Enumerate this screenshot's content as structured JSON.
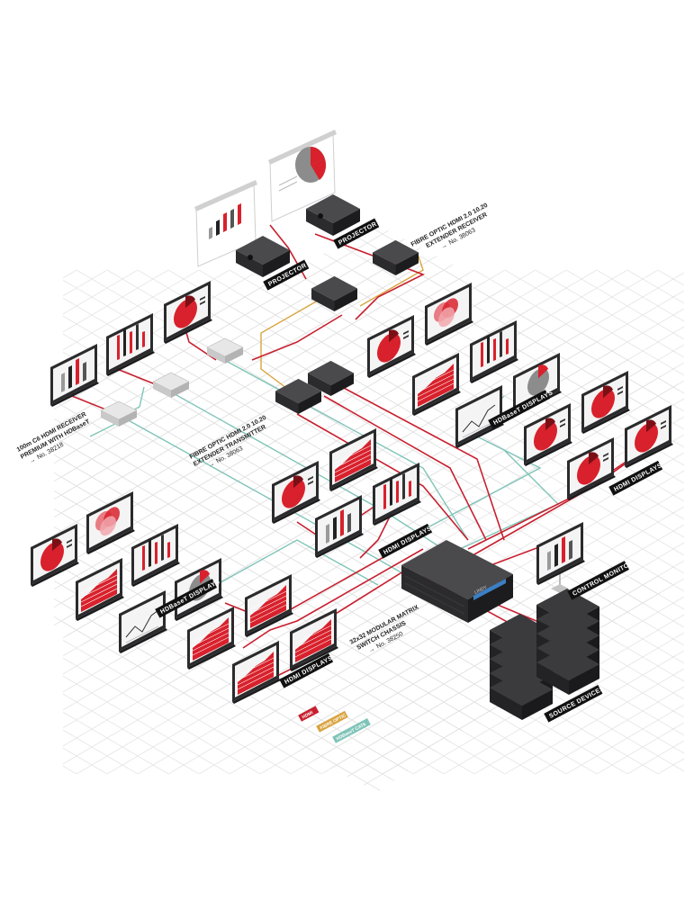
{
  "colors": {
    "hdmi": "#c8202f",
    "fibre": "#d9a441",
    "hdbaset": "#7fc4b8",
    "device": "#2b2b2d",
    "device_top": "#49494c",
    "device_side": "#1c1c1e",
    "grid": "#dcdcdc",
    "red": "#d8212c"
  },
  "labels": {
    "projector_1": "PROJECTOR",
    "projector_2": "PROJECTOR",
    "hdbaset_displays_1": "HDBaseT DISPLAYS",
    "hdbaset_displays_2": "HDBaseT DISPLAYS",
    "hdmi_displays_1": "HDMI DISPLAYS",
    "hdmi_displays_2": "HDMI DISPLAYS",
    "hdmi_displays_3": "HDMI DISPLAYS",
    "control_monitor": "CONTROL MONITOR",
    "source_devices": "SOURCE DEVICES"
  },
  "annotations": {
    "fibre_receiver": {
      "line1": "FIBRE OPTIC HDMI 2.0 10.20",
      "line2": "EXTENDER RECEIVER",
      "ref": "No. 38063"
    },
    "fibre_transmitter": {
      "line1": "FIBRE OPTIC HDMI 2.0 10.20",
      "line2": "EXTENDER TRANSMITTER",
      "ref": "No. 38063"
    },
    "hdbaset_receiver": {
      "line1": "100m C6 HDMI RECEIVER",
      "line2": "PREMIUM WITH HDBaseT",
      "ref": "No. 38218"
    },
    "matrix": {
      "line1": "32x32 MODULAR MATRIX",
      "line2": "SWITCH CHASSIS",
      "ref": "No. 38250"
    }
  },
  "legend": {
    "hdmi": "HDMI",
    "fibre": "FIBRE OPTIC",
    "hdbaset": "HDBaseT CAT6"
  },
  "brand": "LINDY"
}
